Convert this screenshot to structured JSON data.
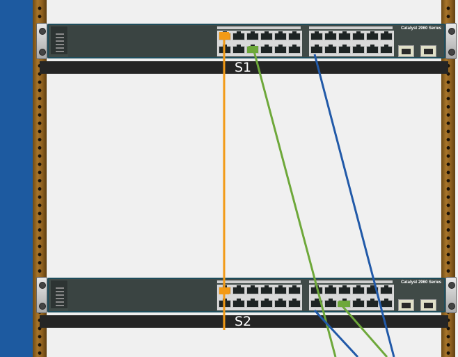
{
  "devices": [
    {
      "label": "S1",
      "model": "Catalyst 2960 Series"
    },
    {
      "label": "S2",
      "model": "Catalyst 2960 Series"
    }
  ],
  "cables": [
    {
      "name": "straight-cable",
      "color": "#f29a16"
    },
    {
      "name": "crossover-cable-green",
      "color": "#6ea83a"
    },
    {
      "name": "console-cable-blue",
      "color": "#2159a8"
    }
  ],
  "colors": {
    "rack_rail": "#8b5e1e",
    "background": "#f0f0f0",
    "side_panel": "#1d5aa0"
  }
}
